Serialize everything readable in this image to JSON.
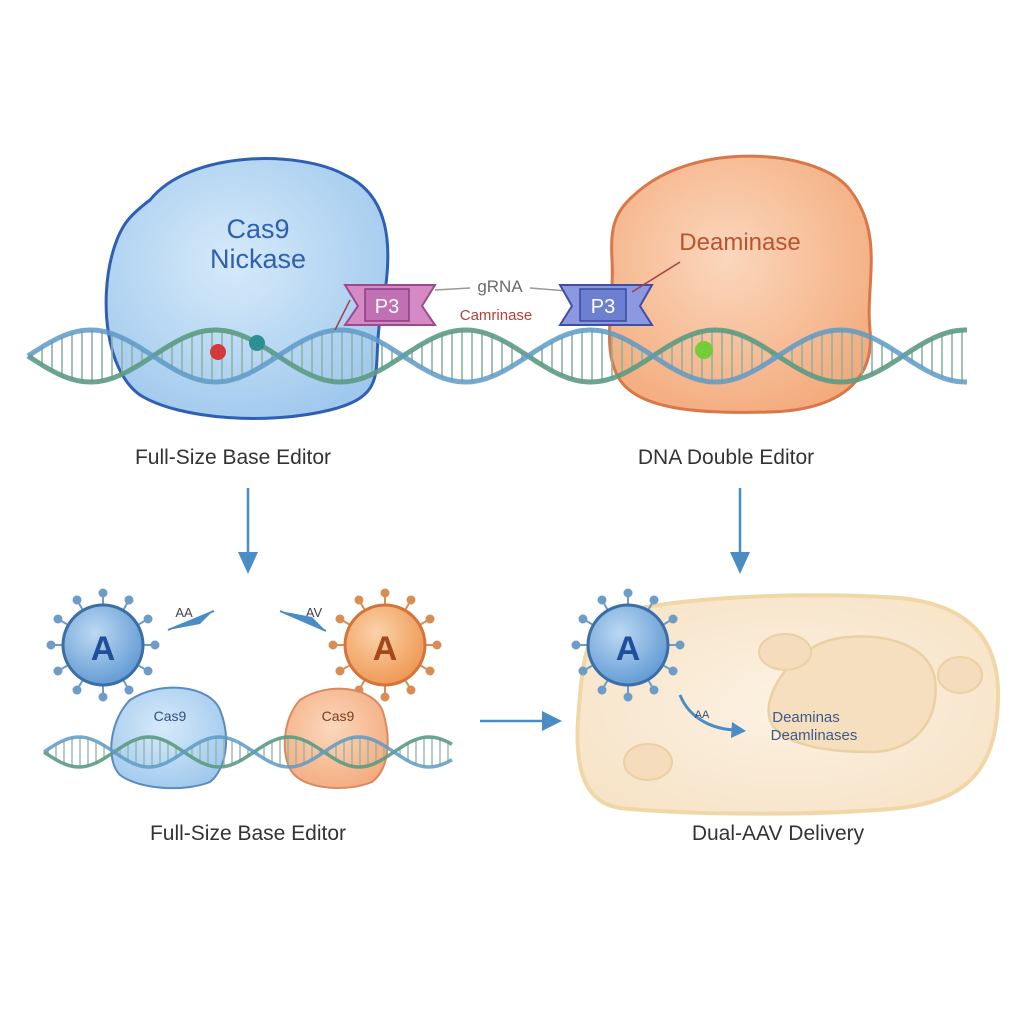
{
  "top": {
    "cas9_title_line1": "Cas9",
    "cas9_title_line2": "Nickase",
    "deaminase_title": "Deaminase",
    "grna_label": "gRNA",
    "tag_left": "P3",
    "tag_right": "P3",
    "linker_label": "Camrinase",
    "caption_left": "Full-Size Base Editor",
    "caption_right": "DNA Double Editor"
  },
  "bottom_left": {
    "virus_left_letter": "A",
    "virus_right_letter": "A",
    "arrow_left_label": "AA",
    "arrow_right_label": "AV",
    "cas9_left_label": "Cas9",
    "cas9_right_label": "Cas9",
    "caption": "Full-Size Base Editor"
  },
  "bottom_right": {
    "virus_letter": "A",
    "arrow_label": "AA",
    "cell_text_line1": "Deaminas",
    "cell_text_line2": "Deamlinases",
    "caption": "Dual-AAV Delivery"
  },
  "colors": {
    "cas9_blue": "#a9d0f0",
    "cas9_outline": "#2f5fb3",
    "deaminase_orange": "#f6b58c",
    "deaminase_outline": "#d9774a",
    "dna_green": "#6e9c6e",
    "dna_blue": "#5e9ac6",
    "arrow_blue": "#4a8cc4",
    "tag_pink": "#c978b8",
    "tag_blue": "#6c7fd0",
    "linker_red": "#b2403a",
    "cell_fill": "#fbeedd"
  }
}
